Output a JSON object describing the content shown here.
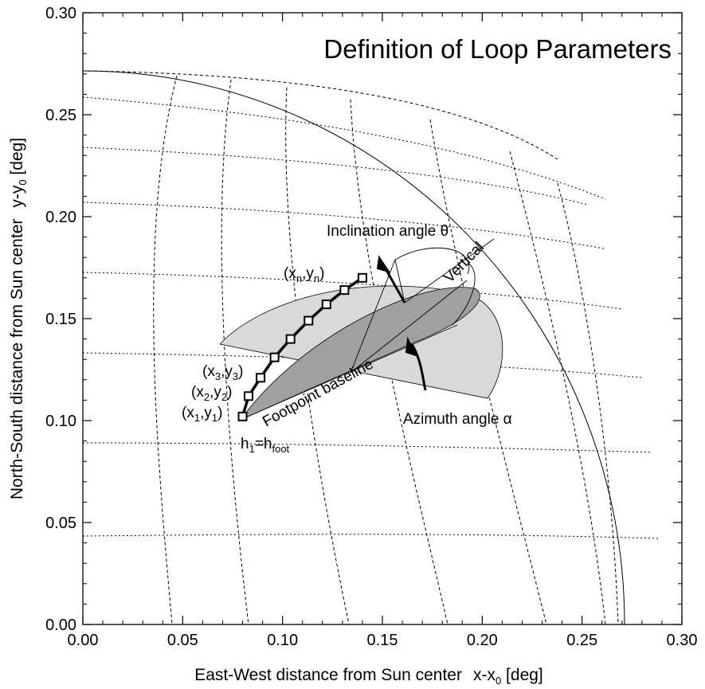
{
  "title": "Definition of Loop Parameters",
  "x_axis": {
    "label_prefix": "East-West distance from Sun center",
    "label_var": "x-x",
    "label_sub": "0",
    "label_unit": " [deg]",
    "ticks": [
      "0.00",
      "0.05",
      "0.10",
      "0.15",
      "0.20",
      "0.25",
      "0.30"
    ]
  },
  "y_axis": {
    "label_prefix": "North-South distance from Sun center",
    "label_var": "y-y",
    "label_sub": "0",
    "label_unit": " [deg]",
    "ticks": [
      "0.00",
      "0.05",
      "0.10",
      "0.15",
      "0.20",
      "0.25",
      "0.30"
    ]
  },
  "annotations": {
    "inclination": "Inclination angle θ",
    "vertical": "Vertical",
    "footpoint": "Footpoint baseline",
    "azimuth": "Azimuth angle α",
    "xn_yn": [
      "(x",
      "n",
      ",y",
      "n",
      ")"
    ],
    "x3_y3": [
      "(x",
      "3",
      ",y",
      "3",
      ")"
    ],
    "x2_y2": [
      "(x",
      "2",
      ",y",
      "2",
      ")"
    ],
    "x1_y1": [
      "(x",
      "1",
      ",y",
      "1",
      ")"
    ],
    "h1": [
      "h",
      "1",
      "=h",
      "foot"
    ]
  },
  "chart_data": {
    "type": "scatter",
    "xlim": [
      0.0,
      0.3
    ],
    "ylim": [
      0.0,
      0.3
    ],
    "loop_points": {
      "x": [
        0.08,
        0.083,
        0.089,
        0.096,
        0.104,
        0.113,
        0.122,
        0.131,
        0.14
      ],
      "y": [
        0.102,
        0.112,
        0.121,
        0.131,
        0.14,
        0.149,
        0.157,
        0.164,
        0.17
      ]
    }
  }
}
